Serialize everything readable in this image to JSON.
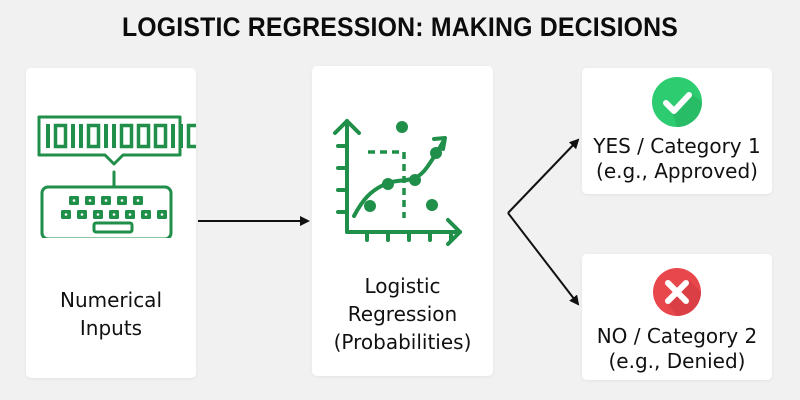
{
  "title": "LOGISTIC REGRESSION: MAKING DECISIONS",
  "colors": {
    "icon_green": "#1f8f4a",
    "yes_green": "#2ecc71",
    "no_red": "#e8474c",
    "arrow": "#111111",
    "background": "#f1f1f1",
    "card": "#ffffff"
  },
  "input_card": {
    "icon": "binary-keyboard-icon",
    "binary_text": "1011011000110",
    "label_lines": [
      "Numerical",
      "Inputs"
    ]
  },
  "model_card": {
    "icon": "logistic-curve-chart-icon",
    "label_lines": [
      "Logistic",
      "Regression",
      "(Probabilities)"
    ]
  },
  "outcomes": [
    {
      "icon": "check-circle-icon",
      "label_lines": [
        "YES / Category 1",
        "(e.g., Approved)"
      ]
    },
    {
      "icon": "x-circle-icon",
      "label_lines": [
        "NO / Category 2",
        "(e.g., Denied)"
      ]
    }
  ]
}
